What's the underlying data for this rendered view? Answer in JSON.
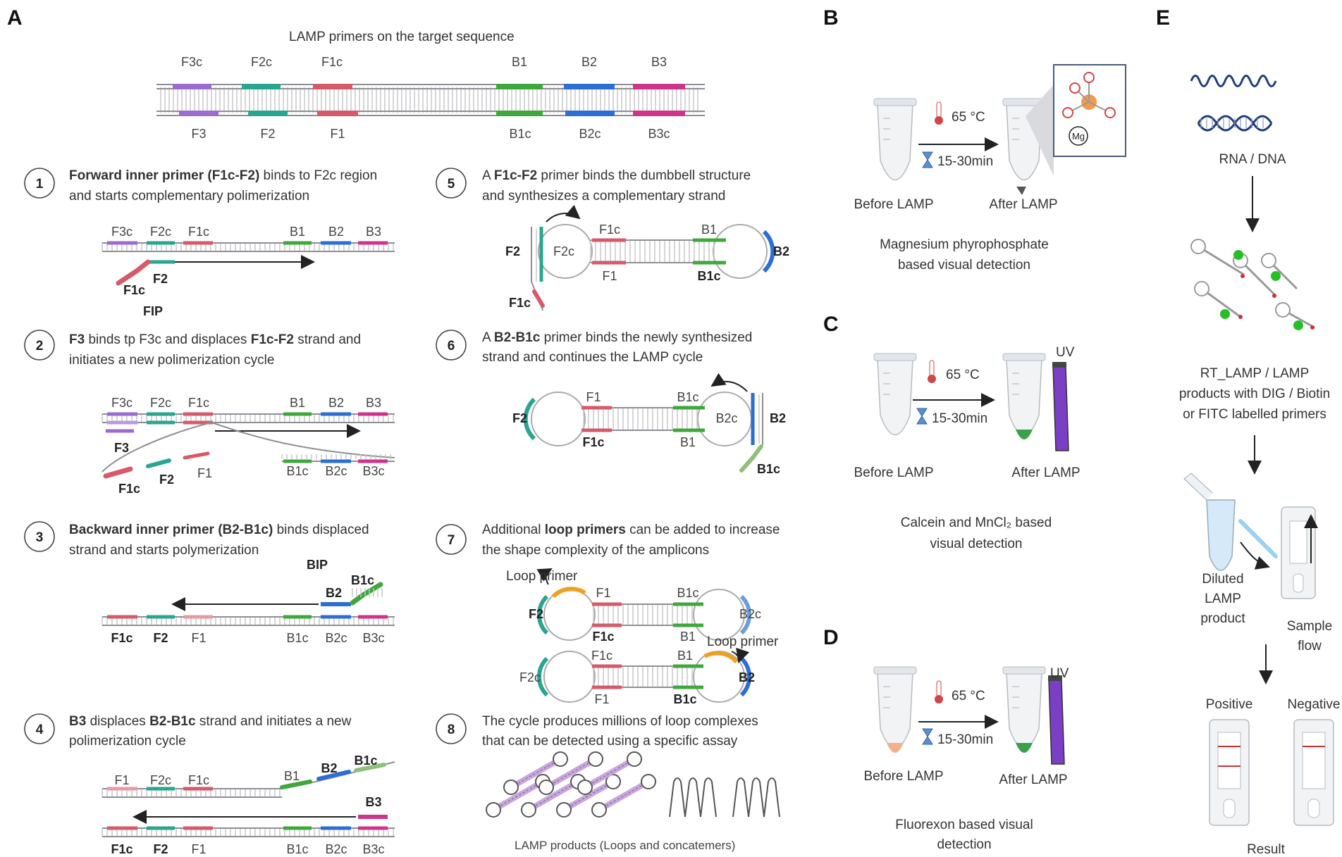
{
  "panels": {
    "a": "A",
    "b": "B",
    "c": "C",
    "d": "D",
    "e": "E"
  },
  "colors": {
    "F3": "#9b6bd0",
    "F2": "#2aa58f",
    "F1": "#d65a6a",
    "B1": "#3fa83c",
    "B2": "#2b6fd6",
    "B3": "#d0338c",
    "loop": "#f0a020",
    "backbone": "#8e8e95",
    "rung": "#c4c4c8",
    "green_liquid": "#3ba04a",
    "orange_liquid": "#f2b18c",
    "uv": "#7a3fc4",
    "dna": "#1f3d7a"
  },
  "panelA": {
    "title": "LAMP  primers on the target sequence",
    "top_labels": [
      "F3c",
      "F2c",
      "F1c",
      "B1",
      "B2",
      "B3"
    ],
    "bottom_labels": [
      "F3",
      "F2",
      "F1",
      "B1c",
      "B2c",
      "B3c"
    ],
    "steps": [
      {
        "num": "1",
        "line1_bold": "Forward inner primer (F1c-F2)",
        "line1_rest": " binds to F2c region",
        "line2": "and starts complementary polimerization"
      },
      {
        "num": "2",
        "line1_pre": "",
        "line1_bold": "F3",
        "line1_mid": "  binds tp F3c and displaces ",
        "line1_bold2": "F1c-F2",
        "line1_rest": " strand and",
        "line2": "initiates a new polimerization cycle"
      },
      {
        "num": "3",
        "line1_bold": "Backward inner primer (B2-B1c)",
        "line1_rest": " binds displaced",
        "line2": "strand and starts polymerization"
      },
      {
        "num": "4",
        "line1_bold": "B3",
        "line1_mid": " displaces ",
        "line1_bold2": "B2-B1c",
        "line1_rest": " strand and initiates a new",
        "line2": "polimerization cycle"
      },
      {
        "num": "5",
        "line1_pre": "A ",
        "line1_bold": "F1c-F2",
        "line1_rest": " primer binds the dumbbell structure",
        "line2": "and synthesizes a complementary strand"
      },
      {
        "num": "6",
        "line1_pre": "A ",
        "line1_bold": "B2-B1c",
        "line1_rest": " primer binds the newly synthesized",
        "line2": "strand and continues the LAMP cycle"
      },
      {
        "num": "7",
        "line1_pre": "Additional ",
        "line1_bold": "loop primers",
        "line1_rest": " can be added to increase",
        "line2": "the shape complexity of the amplicons"
      },
      {
        "num": "8",
        "line1_pre": "The cycle produces millions of loop complexes",
        "line2": "that can be detected using a specific assay"
      }
    ],
    "s1": {
      "top": [
        "F3c",
        "F2c",
        "F1c",
        "B1",
        "B2",
        "B3"
      ],
      "f1c": "F1c",
      "f2": "F2",
      "fip": "FIP"
    },
    "s2": {
      "top": [
        "F3c",
        "F2c",
        "F1c",
        "B1",
        "B2",
        "B3"
      ],
      "f3": "F3",
      "bottom": [
        "F1c",
        "F2",
        "F1",
        "B1c",
        "B2c",
        "B3c"
      ]
    },
    "s3": {
      "bip": "BIP",
      "b1c": "B1c",
      "b2": "B2",
      "bottom": [
        "F1c",
        "F2",
        "F1",
        "B1c",
        "B2c",
        "B3c"
      ]
    },
    "s4": {
      "top": [
        "F1",
        "F2c",
        "F1c",
        "B1",
        "B2",
        "B1c"
      ],
      "b3": "B3",
      "bottom": [
        "F1c",
        "F2",
        "F1",
        "B1c",
        "B2c",
        "B3c"
      ]
    },
    "s5": {
      "f2": "F2",
      "f2c": "F2c",
      "f1c_top": "F1c",
      "f1": "F1",
      "b1": "B1",
      "b1c": "B1c",
      "b2": "B2",
      "f1c_tail": "F1c"
    },
    "s6": {
      "f2": "F2",
      "f1": "F1",
      "f1c": "F1c",
      "b1c": "B1c",
      "b1": "B1",
      "b2c": "B2c",
      "b2": "B2",
      "b1c_tail": "B1c"
    },
    "s7": {
      "loop_primer_1": "Loop primer",
      "loop_primer_2": "Loop primer",
      "r1": {
        "f2": "F2",
        "f1": "F1",
        "f1c": "F1c",
        "b1c": "B1c",
        "b1": "B1",
        "b2c": "B2c"
      },
      "r2": {
        "f2c": "F2c",
        "f1c": "F1c",
        "f1": "F1",
        "b1": "B1",
        "b1c": "B1c",
        "b2": "B2"
      }
    },
    "s8": {
      "caption": "LAMP  products (Loops and concatemers)"
    }
  },
  "panelB": {
    "temp": "65 °C",
    "time": "15-30min",
    "before": "Before LAMP",
    "after": "After LAMP",
    "mg": "Mg",
    "caption1": "Magnesium phyrophosphate",
    "caption2": "based visual detection"
  },
  "panelC": {
    "temp": "65 °C",
    "time": "15-30min",
    "before": "Before LAMP",
    "after": "After LAMP",
    "uv": "UV",
    "caption1": "Calcein and MnCl₂ based",
    "caption2": "visual detection"
  },
  "panelD": {
    "temp": "65 °C",
    "time": "15-30min",
    "before": "Before LAMP",
    "after": "After LAMP",
    "uv": "UV",
    "caption1": "Fluorexon based visual",
    "caption2": "detection"
  },
  "panelE": {
    "rna_dna": "RNA / DNA",
    "products1": "RT_LAMP / LAMP",
    "products2": "products with DIG / Biotin",
    "products3": "or FITC labelled primers",
    "diluted1": "Diluted",
    "diluted2": "LAMP",
    "diluted3": "product",
    "sample1": "Sample",
    "sample2": "flow",
    "positive": "Positive",
    "negative": "Negative",
    "result": "Result"
  }
}
